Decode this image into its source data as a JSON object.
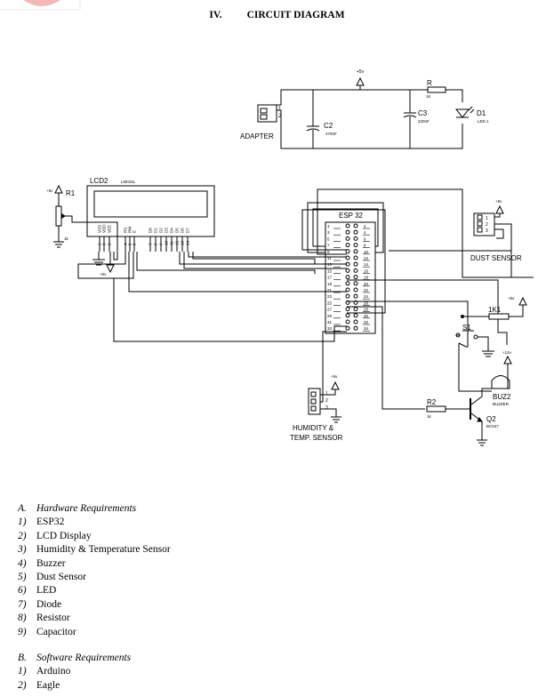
{
  "heading": {
    "number": "IV.",
    "title": "CIRCUIT DIAGRAM"
  },
  "circuit": {
    "supply_5v": "+5v",
    "supply_12v": "+12v",
    "adapter": {
      "label": "ADAPTER",
      "pins": [
        "1",
        "2"
      ]
    },
    "c2": {
      "name": "C2",
      "value": "470nF"
    },
    "c3": {
      "name": "C3",
      "value": "220nF"
    },
    "r": {
      "name": "R",
      "value": "1K"
    },
    "d1": {
      "name": "D1",
      "value": "LED 1"
    },
    "lcd": {
      "name": "LCD2",
      "model": "LM016L",
      "pins": [
        "VSS",
        "VDD",
        "VEE",
        "RS",
        "RW",
        "E",
        "D0",
        "D1",
        "D2",
        "D3",
        "D4",
        "D5",
        "D6",
        "D7"
      ],
      "pin_numbers": [
        "1",
        "2",
        "3",
        "4",
        "5",
        "6",
        "7",
        "8",
        "9",
        "10",
        "11",
        "12",
        "13",
        "14"
      ]
    },
    "r1": {
      "name": "R1",
      "value": "1k"
    },
    "esp32": {
      "label": "ESP 32",
      "left_pins": [
        "1",
        "3",
        "5",
        "7",
        "9",
        "11",
        "13",
        "15",
        "17",
        "19",
        "21",
        "23",
        "25",
        "27",
        "29",
        "31",
        "33"
      ],
      "right_pins": [
        "2",
        "4",
        "6",
        "8",
        "10",
        "12",
        "14",
        "16",
        "18",
        "20",
        "22",
        "24",
        "26",
        "28",
        "30",
        "32",
        "34"
      ]
    },
    "dust_sensor": {
      "label": "DUST SENSOR",
      "pins": [
        "1",
        "2",
        "3"
      ]
    },
    "humidity_sensor": {
      "label_line1": "HUMIDITY &",
      "label_line2": "TEMP. SENSOR",
      "pins": [
        "1",
        "2",
        "3"
      ]
    },
    "r_1k1": {
      "name": "1K1"
    },
    "s1": {
      "name": "S1"
    },
    "r2": {
      "name": "R2",
      "value": "1k"
    },
    "q2": {
      "name": "Q2",
      "value": "BC547"
    },
    "buzzer": {
      "name": "BUZ2",
      "value": "BUZZER"
    }
  },
  "hardware": {
    "heading_index": "A.",
    "heading": "Hardware Requirements",
    "items": [
      {
        "index": "1)",
        "text": "ESP32"
      },
      {
        "index": "2)",
        "text": "LCD Display"
      },
      {
        "index": "3)",
        "text": "Humidity & Temperature Sensor"
      },
      {
        "index": "4)",
        "text": "Buzzer"
      },
      {
        "index": "5)",
        "text": "Dust Sensor"
      },
      {
        "index": "6)",
        "text": "LED"
      },
      {
        "index": "7)",
        "text": "Diode"
      },
      {
        "index": "8)",
        "text": "Resistor"
      },
      {
        "index": "9)",
        "text": "Capacitor"
      }
    ]
  },
  "software": {
    "heading_index": "B.",
    "heading": "Software Requirements",
    "items": [
      {
        "index": "1)",
        "text": "Arduino"
      },
      {
        "index": "2)",
        "text": "Eagle"
      }
    ]
  }
}
